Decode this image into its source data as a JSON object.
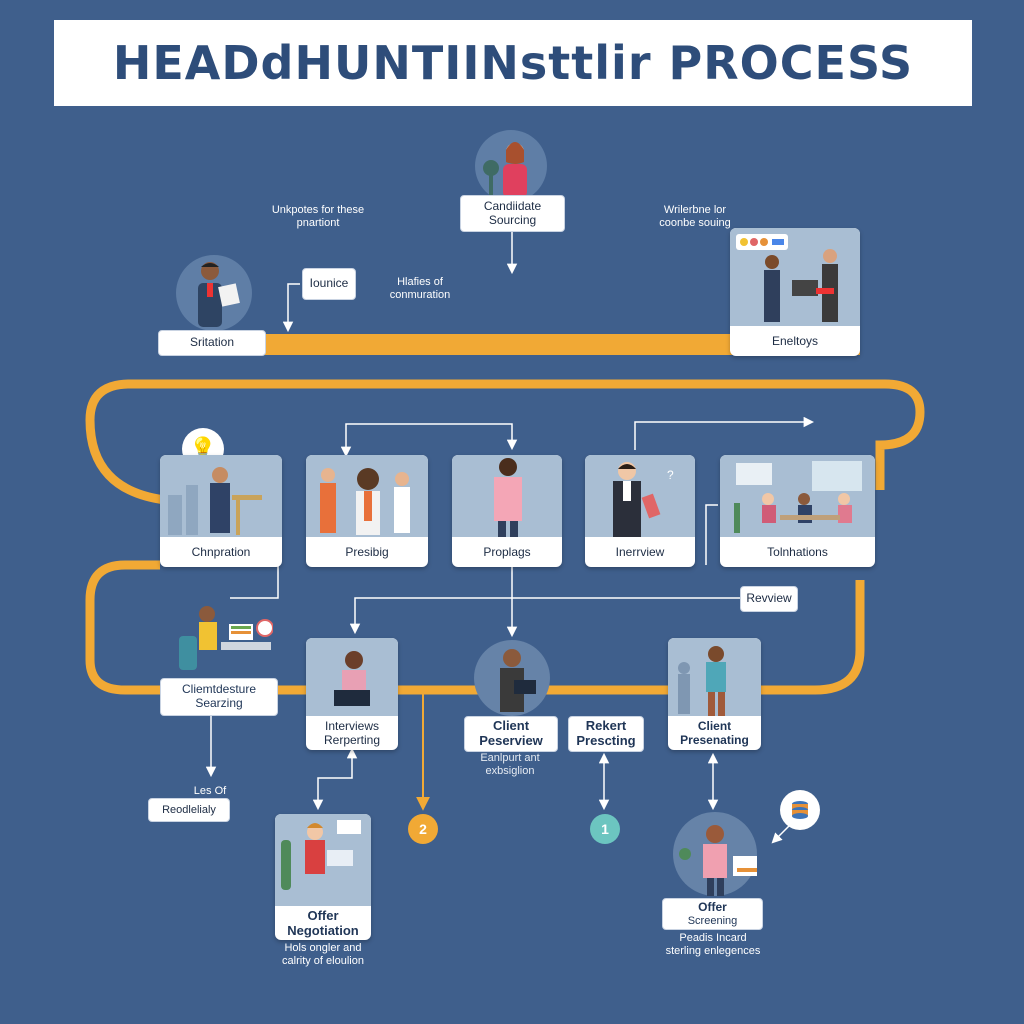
{
  "title": "HEADdHUNTIINsttlir PROCESS",
  "colors": {
    "background": "#3f5f8c",
    "track": "#f1a935",
    "connector": "#ffffff",
    "badge_2": "#f1a935",
    "badge_1": "#6cc5c0"
  },
  "top": {
    "candidate_sourcing": "Candiidate Sourcing",
    "note_left": "Unkpotes for these pnartiont",
    "note_right": "Wrilerbne lor coonbe souing",
    "ionice": "Iounice",
    "note_mid": "Hlafies of conmuration",
    "srittation": "Sritation",
    "eneltoys": "Eneltoys"
  },
  "row_cards": [
    {
      "caption": "Chnpration"
    },
    {
      "caption": "Presibig"
    },
    {
      "caption": "Proplags"
    },
    {
      "caption": "Inerrview"
    },
    {
      "caption": "Tolnhations"
    }
  ],
  "review_label": "Revview",
  "lower": {
    "client_sourcing": [
      "Cliemtdesture",
      "Searzing"
    ],
    "interviews_reporting": [
      "Interviews",
      "Rerperting"
    ],
    "client_preview": [
      "Client",
      "Peserview"
    ],
    "client_preview_note": [
      "Eanlpurt ant",
      "exbsiglion"
    ],
    "rekert_prescing": [
      "Rekert",
      "Prescting"
    ],
    "client_presenating": [
      "Client",
      "Presenating"
    ],
    "les_of": "Les Of",
    "reodletay": "Reodlelialy",
    "offer_negotiation": [
      "Offer",
      "Negotiation"
    ],
    "offer_negotiation_note": [
      "Hols ongler and",
      "calrity of eloulion"
    ],
    "offer_screening": [
      "Offer",
      "Screening"
    ],
    "offer_screening_note": [
      "Peadis Incard",
      "sterling enlegences"
    ]
  },
  "badges": {
    "badge_2": "2",
    "badge_1": "1"
  },
  "icons": [
    "lightbulb-icon",
    "database-icon"
  ]
}
